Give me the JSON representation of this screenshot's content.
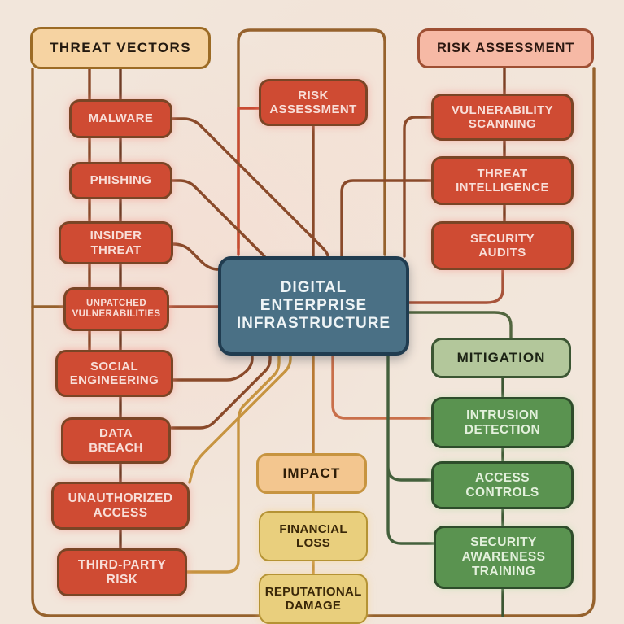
{
  "diagram": {
    "center": "DIGITAL ENTERPRISE INFRASTRUCTURE",
    "headers": {
      "threat_vectors": "THREAT VECTORS",
      "risk_assessment": "RISK ASSESSMENT",
      "mitigation": "MITIGATION",
      "impact": "IMPACT"
    },
    "nodes": {
      "malware": "MALWARE",
      "phishing": "PHISHING",
      "insider_threat": "INSIDER THREAT",
      "unpatched_vulnerabilities": "UNPATCHED VULNERABILITIES",
      "social_engineering": "SOCIAL ENGINEERING",
      "data_breach": "DATA BREACH",
      "unauthorized_access": "UNAUTHORIZED ACCESS",
      "third_party_risk": "THIRD-PARTY RISK",
      "risk_assessment_mid": "RISK ASSESSMENT",
      "vulnerability_scanning": "VULNERABILITY SCANNING",
      "threat_intelligence": "THREAT INTELLIGENCE",
      "security_audits": "SECURITY AUDITS",
      "intrusion_detection": "INTRUSION DETECTION",
      "access_controls": "ACCESS CONTROLS",
      "security_awareness_training": "SECURITY AWARENESS TRAINING",
      "financial_loss": "FINANCIAL LOSS",
      "reputational_damage": "REPUTATIONAL DAMAGE"
    },
    "colors": {
      "background": "#f2e6db",
      "node_red": "#cf4b33",
      "node_green": "#5a9350",
      "node_yellow": "#e9cf7d",
      "center_blue": "#4a7085",
      "header_tan": "#f6d3a2",
      "header_pink": "#f6b9a5",
      "header_green": "#b3c79b",
      "header_orange": "#f3c68f",
      "line_brown": "#8a4a2a",
      "line_dark_brown": "#6f3d26",
      "line_frame": "#96622d",
      "line_rust": "#a8543a",
      "line_red": "#c94b32",
      "line_gold": "#c79440",
      "line_orange": "#b97a33",
      "line_salmon": "#c96f4a",
      "line_olive": "#52663f",
      "line_green": "#3c5633"
    }
  }
}
